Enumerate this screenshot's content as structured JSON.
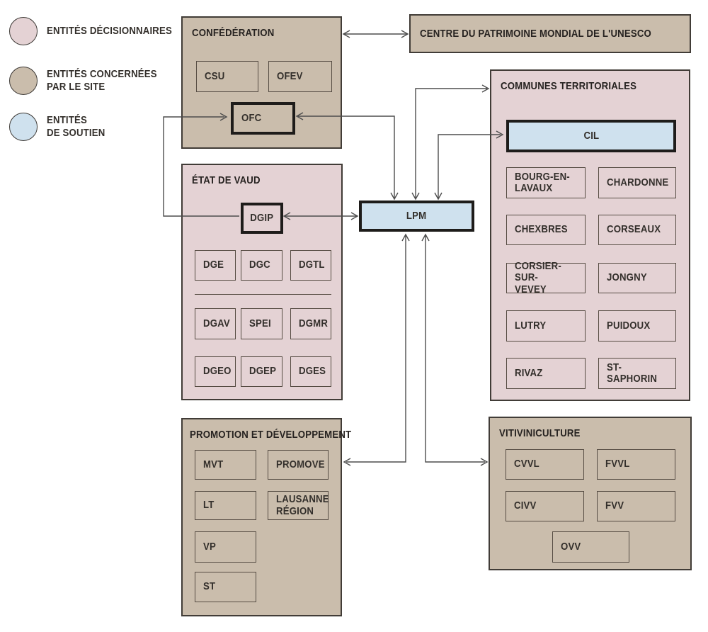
{
  "legend": {
    "items": [
      {
        "name": "decisionnaires",
        "label": "ENTITÉS DÉCISIONNAIRES",
        "color": "#e4d2d4"
      },
      {
        "name": "concernees",
        "label": "ENTITÉS CONCERNÉES\nPAR LE SITE",
        "color": "#cabdac"
      },
      {
        "name": "soutien",
        "label": "ENTITÉS\nDE SOUTIEN",
        "color": "#cfe1ee"
      }
    ]
  },
  "confederation": {
    "title": "CONFÉDÉRATION",
    "nodes": {
      "csu": "CSU",
      "ofev": "OFEV",
      "ofc": "OFC"
    }
  },
  "unesco": {
    "title": "CENTRE DU PATRIMOINE MONDIAL DE L'UNESCO"
  },
  "communes": {
    "title": "COMMUNES TERRITORIALES",
    "cil": "CIL",
    "list": [
      "BOURG-EN-\nLAVAUX",
      "CHARDONNE",
      "CHEXBRES",
      "CORSEAUX",
      "CORSIER-SUR-\nVEVEY",
      "JONGNY",
      "LUTRY",
      "PUIDOUX",
      "RIVAZ",
      "ST-SAPHORIN"
    ]
  },
  "etat": {
    "title": "ÉTAT DE VAUD",
    "dgip": "DGIP",
    "rows": [
      [
        "DGE",
        "DGC",
        "DGTL"
      ],
      [
        "DGAV",
        "SPEI",
        "DGMR"
      ],
      [
        "DGEO",
        "DGEP",
        "DGES"
      ]
    ]
  },
  "lpm": "LPM",
  "promotion": {
    "title": "PROMOTION ET DÉVELOPPEMENT",
    "nodes": {
      "mvt": "MVT",
      "promove": "PROMOVE",
      "lt": "LT",
      "lausanne": "LAUSANNE\nRÉGION",
      "vp": "VP",
      "st": "ST"
    }
  },
  "viti": {
    "title": "VITIVINICULTURE",
    "nodes": {
      "cvvl": "CVVL",
      "fvvl": "FVVL",
      "civv": "CIVV",
      "fvv": "FVV",
      "ovv": "OVV"
    }
  },
  "colors": {
    "pink": "#e4d2d4",
    "tan": "#cabdac",
    "blue": "#cfe1ee",
    "line": "#4d4d4d",
    "ink": "#1e1c1a"
  }
}
